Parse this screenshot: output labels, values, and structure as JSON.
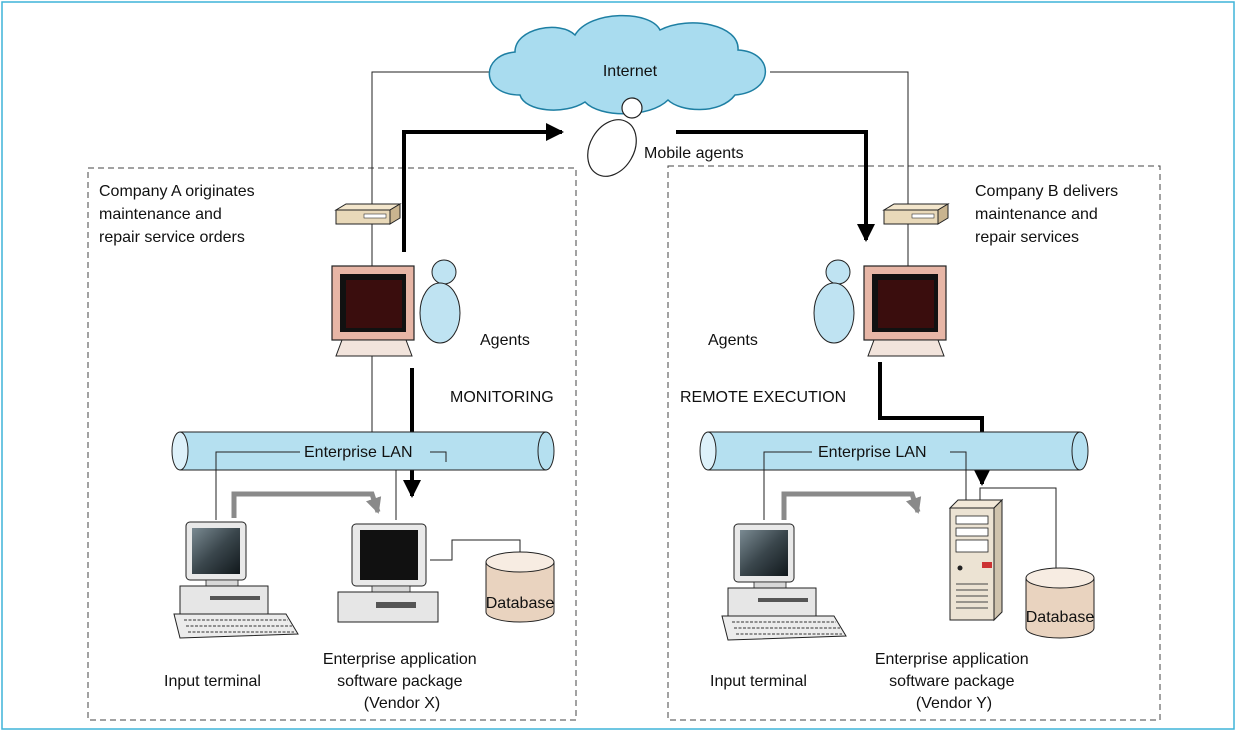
{
  "internet_label": "Internet",
  "mobile_agents_label": "Mobile agents",
  "company_a": {
    "description_lines": [
      "Company A originates",
      "maintenance and",
      "repair service orders"
    ],
    "agents_label": "Agents",
    "monitoring_label": "MONITORING",
    "lan_label": "Enterprise LAN",
    "input_terminal_label": "Input terminal",
    "app_lines": [
      "Enterprise application",
      "software package",
      "(Vendor X)"
    ],
    "database_label": "Database"
  },
  "company_b": {
    "description_lines": [
      "Company B delivers",
      "maintenance and",
      "repair services"
    ],
    "agents_label": "Agents",
    "remote_execution_label": "REMOTE EXECUTION",
    "lan_label": "Enterprise LAN",
    "input_terminal_label": "Input terminal",
    "app_lines": [
      "Enterprise application",
      "software package",
      "(Vendor Y)"
    ],
    "database_label": "Database"
  },
  "colors": {
    "frame_border": "#3fb4d8",
    "cloud_fill": "#a9dcef",
    "lan_fill": "#b5e0f0",
    "monitor_case": "#e7b6a6",
    "device_fill": "#e9d9b9",
    "database_fill": "#e9d3bf",
    "person_fill": "#bfe3f2",
    "gray_arrow": "#8a8a8a"
  }
}
